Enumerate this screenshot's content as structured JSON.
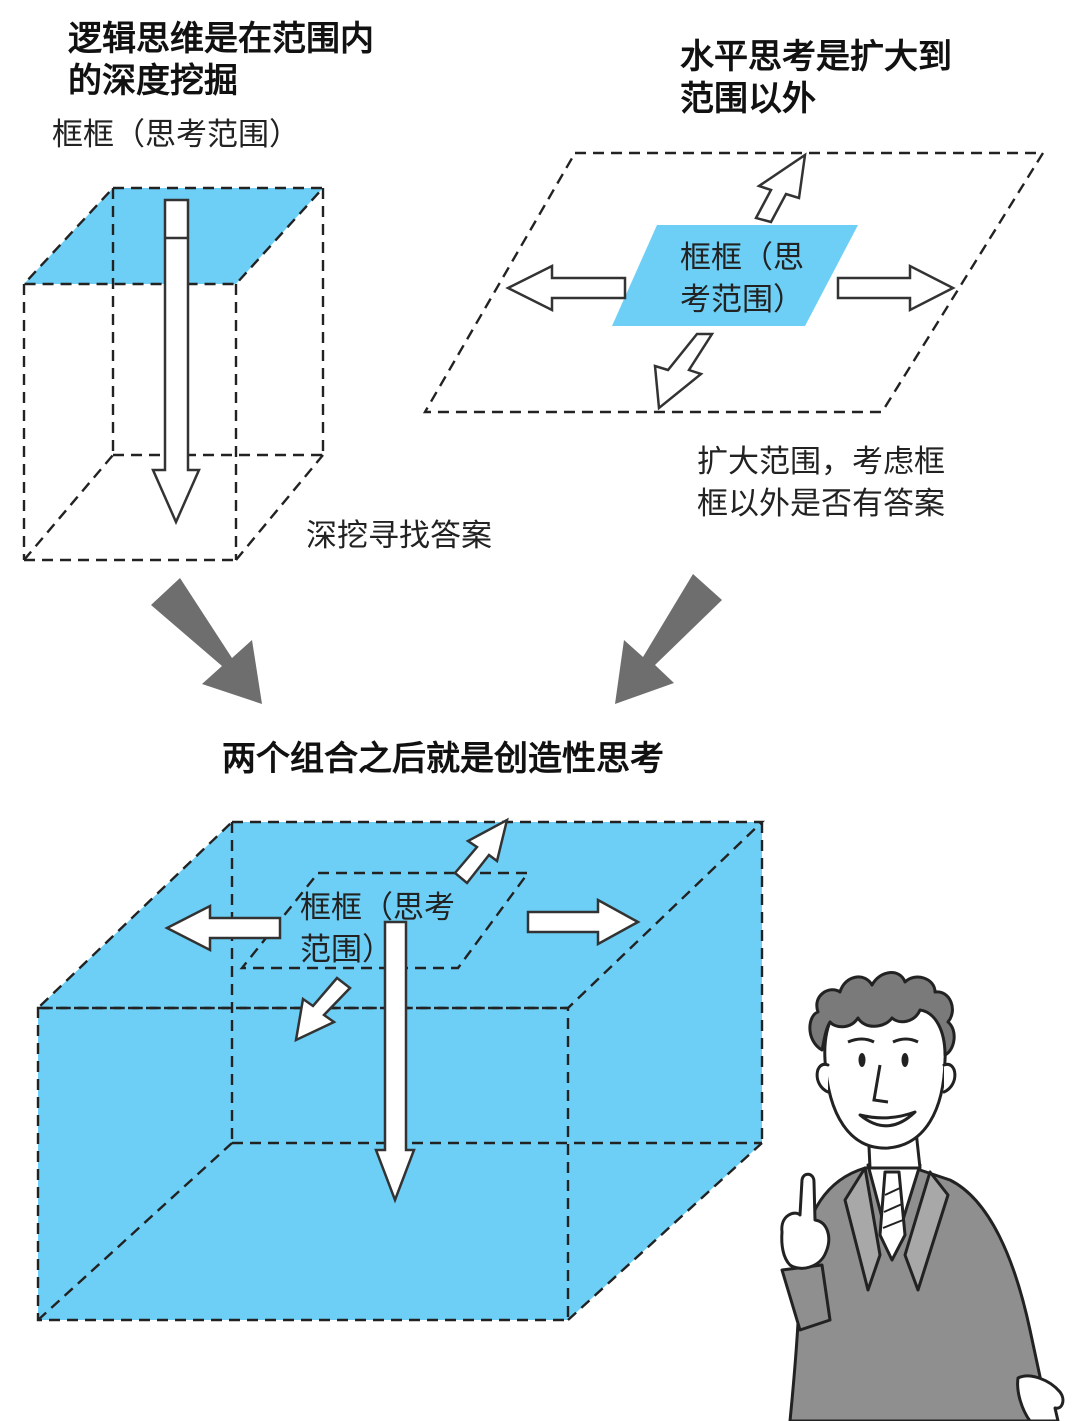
{
  "colors": {
    "frame_fill": "#6dcff6",
    "arrow_gray": "#6e6e6e",
    "line": "#222222"
  },
  "logical": {
    "title_line1": "逻辑思维是在范围内",
    "title_line2": "的深度挖掘",
    "frame_label": "框框（思考范围）",
    "dig_label": "深挖寻找答案"
  },
  "lateral": {
    "title_line1": "水平思考是扩大到",
    "title_line2": "范围以外",
    "frame_label_line1": "框框（思",
    "frame_label_line2": "考范围）",
    "expand_line1": "扩大范围，考虑框",
    "expand_line2": "框以外是否有答案"
  },
  "creative": {
    "caption": "两个组合之后就是创造性思考",
    "frame_label_line1": "框框（思考",
    "frame_label_line2": "范围）"
  },
  "icons": {
    "person": "businessman-pointing-icon"
  }
}
